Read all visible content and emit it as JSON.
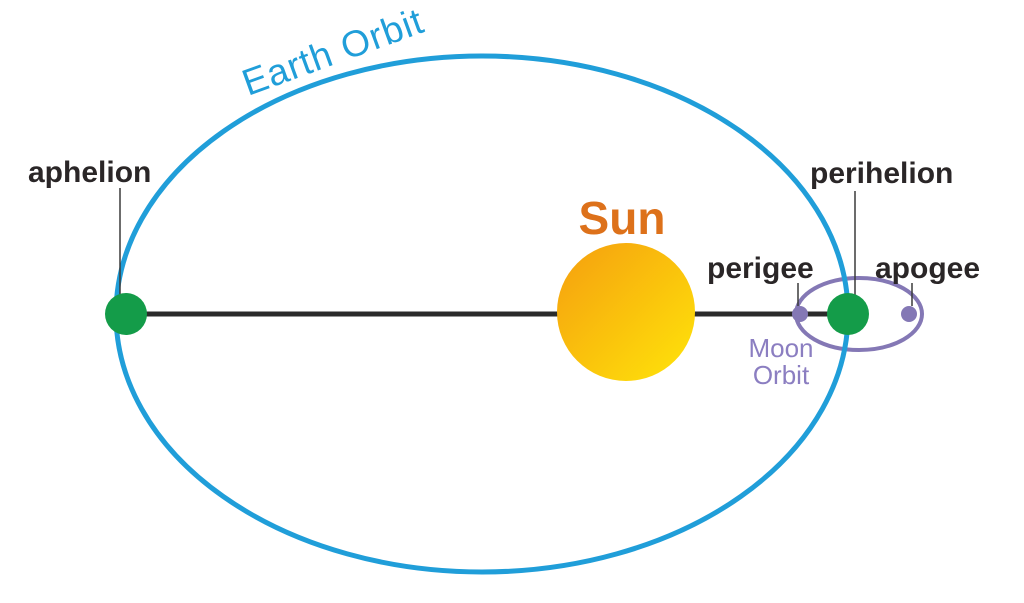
{
  "diagram": {
    "type": "orbital-diagram",
    "labels": {
      "earth_orbit": "Earth Orbit",
      "aphelion": "aphelion",
      "perihelion": "perihelion",
      "perigee": "perigee",
      "apogee": "apogee",
      "sun": "Sun",
      "moon_orbit_line1": "Moon",
      "moon_orbit_line2": "Orbit"
    },
    "colors": {
      "earth_orbit_blue": "#209ED9",
      "earth_dot_green": "#149C49",
      "moon_orbit_purple": "#8478B5",
      "moon_label_purple": "#8B7EC1",
      "sun_label_orange": "#DD711A",
      "sun_gradient_start": "#F59E0F",
      "sun_gradient_end": "#FFE50A",
      "axis_line_black": "#2B2B2B",
      "leader_line_gray": "#3A3A3A",
      "label_text_black": "#2A2627"
    }
  }
}
